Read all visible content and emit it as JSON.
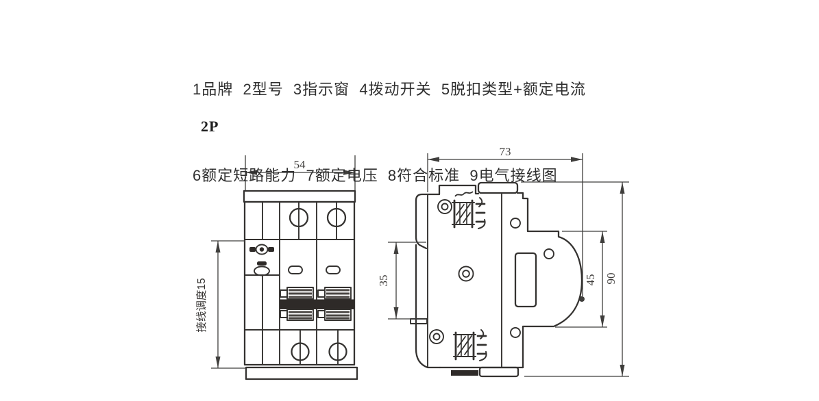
{
  "callouts": {
    "line1": "1品牌  2型号  3指示窗  4拨动开关  5脱扣类型+额定电流",
    "line2": "6额定短路能力  7额定电压  8符合标准  9电气接线图"
  },
  "drawing": {
    "pole_label": "2P",
    "front_view": {
      "width_dim": "54",
      "left_dim": "接线调度15"
    },
    "side_view": {
      "depth_dim": "73",
      "din_slot_dim": "35",
      "mid_dim": "45",
      "height_dim": "90"
    }
  },
  "colors": {
    "background": "#ffffff",
    "line": "#343230",
    "dimension": "#3f3e3c",
    "text": "#2f2f2f"
  }
}
